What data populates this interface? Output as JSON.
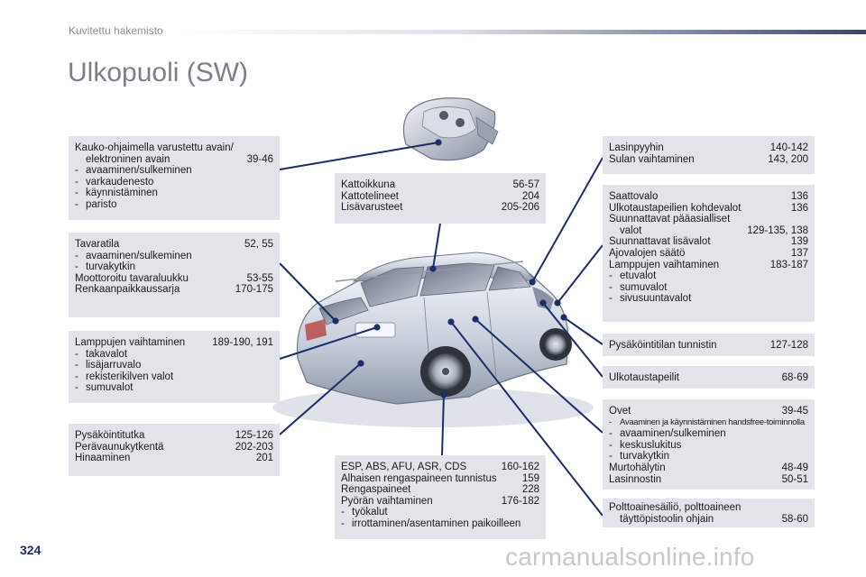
{
  "header": {
    "section": "Kuvitettu hakemisto"
  },
  "title": "Ulkopuoli (SW)",
  "page_number": "324",
  "watermark": "carmanualsonline.info",
  "boxes": {
    "key": {
      "row1_label": "Kauko-ohjaimella varustettu avain/",
      "row2_label": "elektroninen avain",
      "row2_value": "39-46",
      "items": [
        "avaaminen/sulkeminen",
        "varkaudenesto",
        "käynnistäminen",
        "paristo"
      ]
    },
    "trunk": {
      "row1_label": "Tavaratila",
      "row1_value": "52, 55",
      "items": [
        "avaaminen/sulkeminen",
        "turvakytkin"
      ],
      "row2_label": "Moottoroitu tavaraluukku",
      "row2_value": "53-55",
      "row3_label": "Renkaanpaikkaussarja",
      "row3_value": "170-175"
    },
    "rear_lamps": {
      "row1_label": "Lamppujen vaihtaminen",
      "row1_value": "189-190, 191",
      "items": [
        "takavalot",
        "lisäjarruvalo",
        "rekisterikilven valot",
        "sumuvalot"
      ]
    },
    "parking": {
      "row1_label": "Pysäköintitutka",
      "row1_value": "125-126",
      "row2_label": "Perävaunukytkentä",
      "row2_value": "202-203",
      "row3_label": "Hinaaminen",
      "row3_value": "201"
    },
    "roof": {
      "row1_label": "Kattoikkuna",
      "row1_value": "56-57",
      "row2_label": "Kattotelineet",
      "row2_value": "204",
      "row3_label": "Lisävarusteet",
      "row3_value": "205-206"
    },
    "wheels": {
      "row1_label": "ESP, ABS, AFU, ASR, CDS",
      "row1_value": "160-162",
      "row2_label": "Alhaisen rengaspaineen tunnistus",
      "row2_value": "159",
      "row3_label": "Rengaspaineet",
      "row3_value": "228",
      "row4_label": "Pyörän vaihtaminen",
      "row4_value": "176-182",
      "items": [
        "työkalut",
        "irrottaminen/asentaminen paikoilleen"
      ]
    },
    "wiper": {
      "row1_label": "Lasinpyyhin",
      "row1_value": "140-142",
      "row2_label": "Sulan vaihtaminen",
      "row2_value": "143, 200"
    },
    "lights": {
      "row1_label": "Saattovalo",
      "row1_value": "136",
      "row2_label": "Ulkotaustapeilien kohdevalot",
      "row2_value": "136",
      "row3_label": "Suunnattavat pääasialliset",
      "row4_label": "valot",
      "row4_value": "129-135, 138",
      "row5_label": "Suunnattavat lisävalot",
      "row5_value": "139",
      "row6_label": "Ajovalojen säätö",
      "row6_value": "137",
      "row7_label": "Lamppujen vaihtaminen",
      "row7_value": "183-187",
      "items": [
        "etuvalot",
        "sumuvalot",
        "sivusuuntavalot"
      ]
    },
    "park_sensor": {
      "row1_label": "Pysäköintitilan tunnistin",
      "row1_value": "127-128"
    },
    "mirrors": {
      "row1_label": "Ulkotaustapeilit",
      "row1_value": "68-69"
    },
    "doors": {
      "row1_label": "Ovet",
      "row1_value": "39-45",
      "item_small": "Avaaminen ja käynnistäminen handsfree-toiminnolla",
      "items": [
        "avaaminen/sulkeminen",
        "keskuslukitus",
        "turvakytkin"
      ],
      "row2_label": "Murtohälytin",
      "row2_value": "48-49",
      "row3_label": "Lasinnostin",
      "row3_value": "50-51"
    },
    "fuel": {
      "row1_label": "Polttoainesäiliö, polttoaineen",
      "row2_label": "täyttöpistoolin ohjain",
      "row2_value": "58-60"
    }
  },
  "colors": {
    "box_bg": "#e3e3e9",
    "line": "#1c2d6b",
    "accent": "#3c4370",
    "title": "#7c808a"
  }
}
